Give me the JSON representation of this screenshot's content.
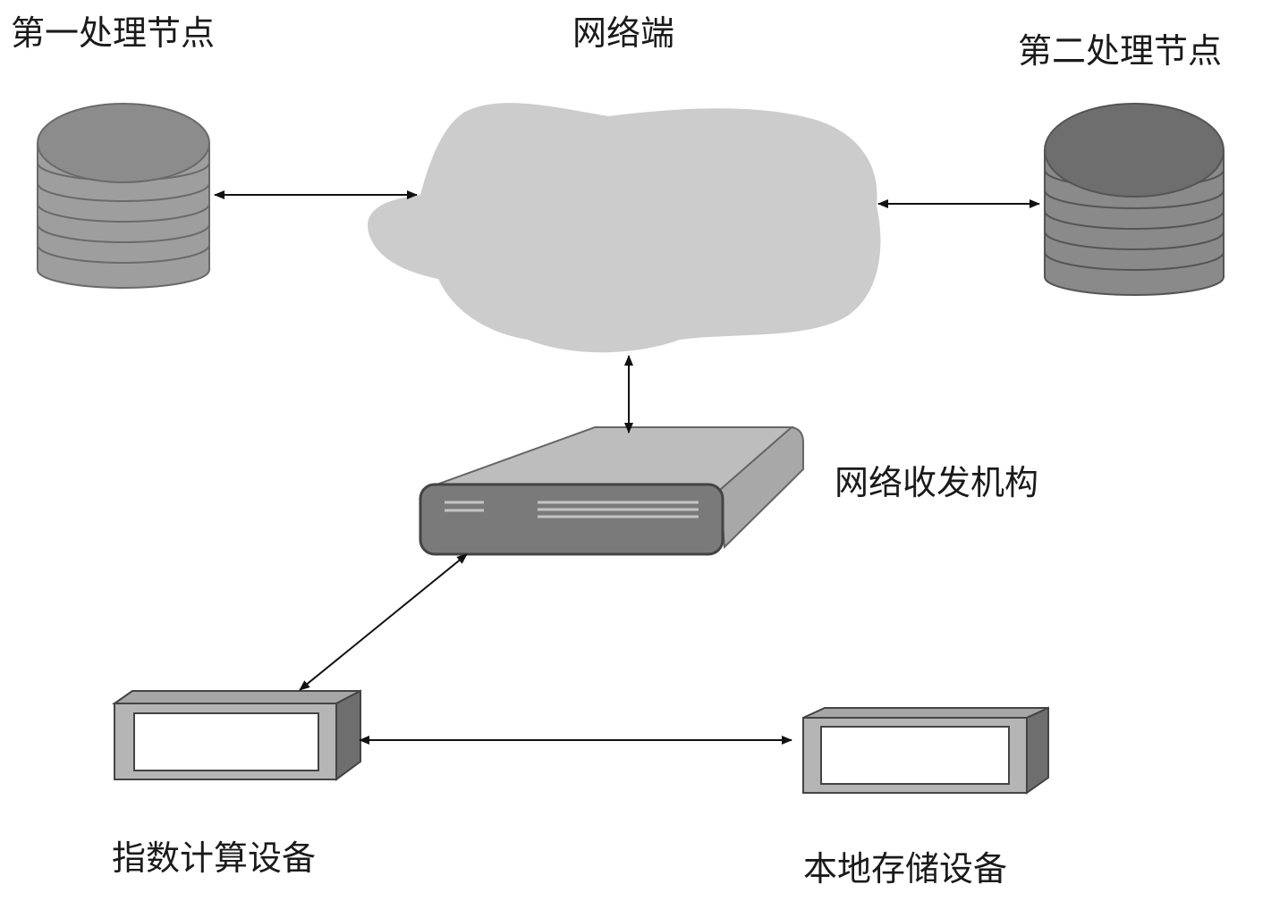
{
  "labels": {
    "first_node": "第一处理节点",
    "network": "网络端",
    "second_node": "第二处理节点",
    "transceiver": "网络收发机构",
    "index_device": "指数计算设备",
    "local_storage": "本地存储设备"
  },
  "colors": {
    "cloud": "#cccccc",
    "first_db_top": "#8c8c8c",
    "first_db_stripe": "#a3a3a3",
    "second_db_top": "#6e6e6e",
    "second_db_stripe": "#8f8f8f",
    "transceiver_top": "#bdbdbd",
    "transceiver_front": "#7a7a7a",
    "box_frame": "#b5b5b5",
    "box_side": "#6e6e6e",
    "arrow": "#111111"
  },
  "icons": {
    "first_node": "database-icon",
    "second_node": "database-icon",
    "network": "cloud-icon",
    "transceiver": "network-device-icon",
    "index_device": "computing-device-icon",
    "local_storage": "storage-device-icon"
  }
}
